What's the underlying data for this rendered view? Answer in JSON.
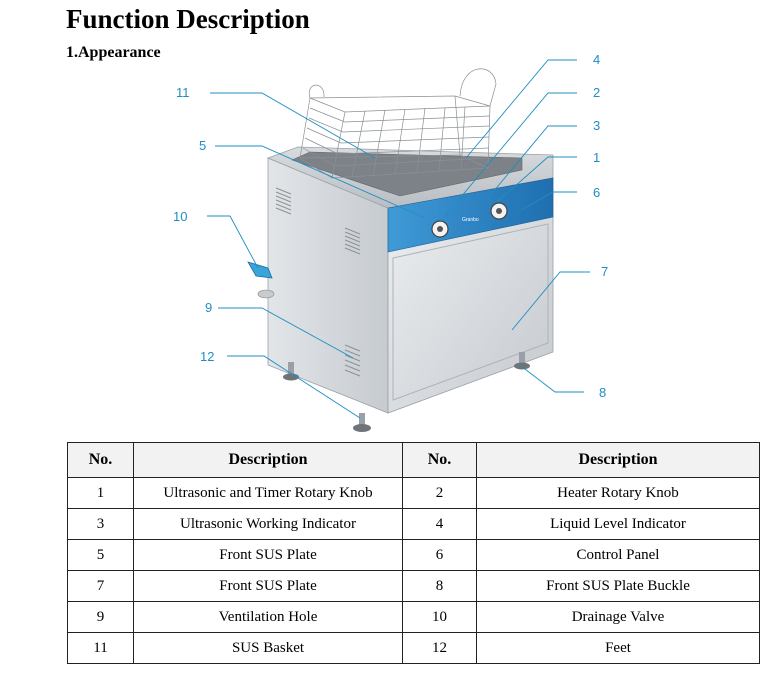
{
  "heading": "Function Description",
  "section": "1.Appearance",
  "callouts": [
    "1",
    "2",
    "3",
    "4",
    "5",
    "6",
    "7",
    "8",
    "9",
    "10",
    "11",
    "12"
  ],
  "panel_brand": "Granbo",
  "table": {
    "headers": [
      "No.",
      "Description",
      "No.",
      "Description"
    ],
    "rows": [
      {
        "no1": "1",
        "desc1": "Ultrasonic and Timer Rotary Knob",
        "no2": "2",
        "desc2": "Heater Rotary Knob"
      },
      {
        "no1": "3",
        "desc1": "Ultrasonic Working Indicator",
        "no2": "4",
        "desc2": "Liquid Level Indicator"
      },
      {
        "no1": "5",
        "desc1": "Front SUS Plate",
        "no2": "6",
        "desc2": "Control Panel"
      },
      {
        "no1": "7",
        "desc1": "Front SUS Plate",
        "no2": "8",
        "desc2": "Front SUS Plate Buckle"
      },
      {
        "no1": "9",
        "desc1": "Ventilation Hole",
        "no2": "10",
        "desc2": "Drainage Valve"
      },
      {
        "no1": "11",
        "desc1": "SUS Basket",
        "no2": "12",
        "desc2": "Feet"
      }
    ]
  },
  "colors": {
    "callout": "#1f8ec2",
    "panel": "#2a7fc2",
    "steel": "#c9ced3"
  }
}
